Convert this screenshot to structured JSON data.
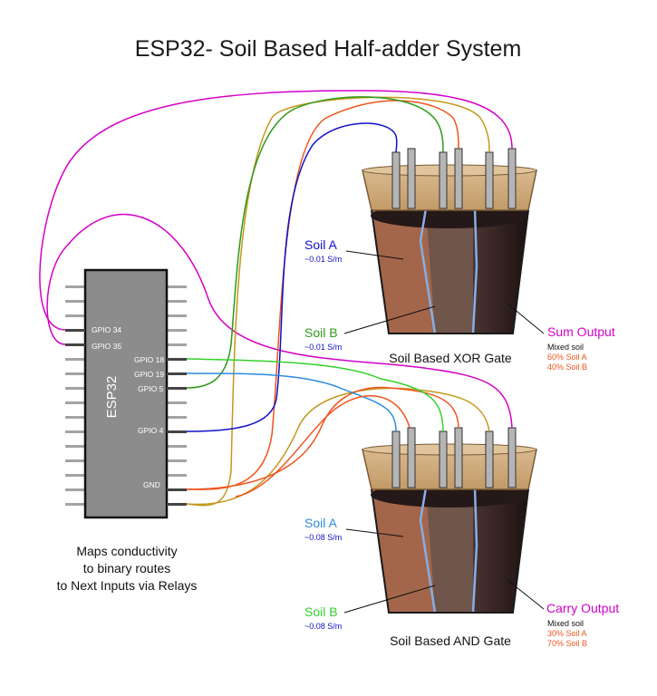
{
  "title": "ESP32- Soil Based Half-adder System",
  "esp32": {
    "label": "ESP32",
    "pins": {
      "gpio34": "GPIO 34",
      "gpio35": "GPIO 35",
      "gpio18": "GPIO 18",
      "gpio19": "GPIO 19",
      "gpio5": "GPIO 5",
      "gpio4": "GPIO 4",
      "gnd": "GND"
    },
    "caption": [
      "Maps conductivity",
      "to binary routes",
      "to Next Inputs via Relays"
    ]
  },
  "xor_gate": {
    "label": "Soil Based XOR Gate",
    "soil_a": {
      "label": "Soil A",
      "conductivity": "~0.01 S/m"
    },
    "soil_b": {
      "label": "Soil B",
      "conductivity": "~0.01 S/m"
    },
    "output": {
      "label": "Sum Output",
      "mix_title": "Mixed soil",
      "mix_a": "60% Soil A",
      "mix_b": "40% Soil B"
    }
  },
  "and_gate": {
    "label": "Soil Based AND Gate",
    "soil_a": {
      "label": "Soil A",
      "conductivity": "~0.08 S/m"
    },
    "soil_b": {
      "label": "Soil B",
      "conductivity": "~0.08 S/m"
    },
    "output": {
      "label": "Carry Output",
      "mix_title": "Mixed soil",
      "mix_a": "30% Soil A",
      "mix_b": "70% Soil B"
    }
  },
  "colors": {
    "magenta": "#d400c8",
    "green": "#2e9a1a",
    "bright_green": "#35d12a",
    "orange": "#f0541e",
    "blue": "#1010cc",
    "light_blue": "#2a8be0",
    "mustard": "#c4981c",
    "pot_rim": "#d2ae7e",
    "soil_a": "#a3664a",
    "soil_b": "#70554b",
    "soil_out": "#2c1c1a",
    "board": "#8c8c8c"
  }
}
